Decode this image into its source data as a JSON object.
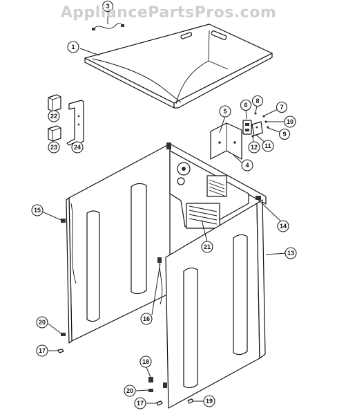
{
  "watermark": "AppliancePartsPros.com",
  "callouts": [
    {
      "id": "c1",
      "label": "1"
    },
    {
      "id": "c3",
      "label": "3"
    },
    {
      "id": "c4",
      "label": "4"
    },
    {
      "id": "c5",
      "label": "5"
    },
    {
      "id": "c6",
      "label": "6"
    },
    {
      "id": "c7",
      "label": "7"
    },
    {
      "id": "c8",
      "label": "8"
    },
    {
      "id": "c9",
      "label": "9"
    },
    {
      "id": "c10",
      "label": "10"
    },
    {
      "id": "c11",
      "label": "11"
    },
    {
      "id": "c12",
      "label": "12"
    },
    {
      "id": "c13",
      "label": "13"
    },
    {
      "id": "c14",
      "label": "14"
    },
    {
      "id": "c15",
      "label": "15"
    },
    {
      "id": "c16",
      "label": "16"
    },
    {
      "id": "c17a",
      "label": "17"
    },
    {
      "id": "c17b",
      "label": "17"
    },
    {
      "id": "c18",
      "label": "18"
    },
    {
      "id": "c19",
      "label": "19"
    },
    {
      "id": "c20a",
      "label": "20"
    },
    {
      "id": "c20b",
      "label": "20"
    },
    {
      "id": "c21",
      "label": "21"
    },
    {
      "id": "c22",
      "label": "22"
    },
    {
      "id": "c23",
      "label": "23"
    },
    {
      "id": "c24",
      "label": "24"
    }
  ]
}
